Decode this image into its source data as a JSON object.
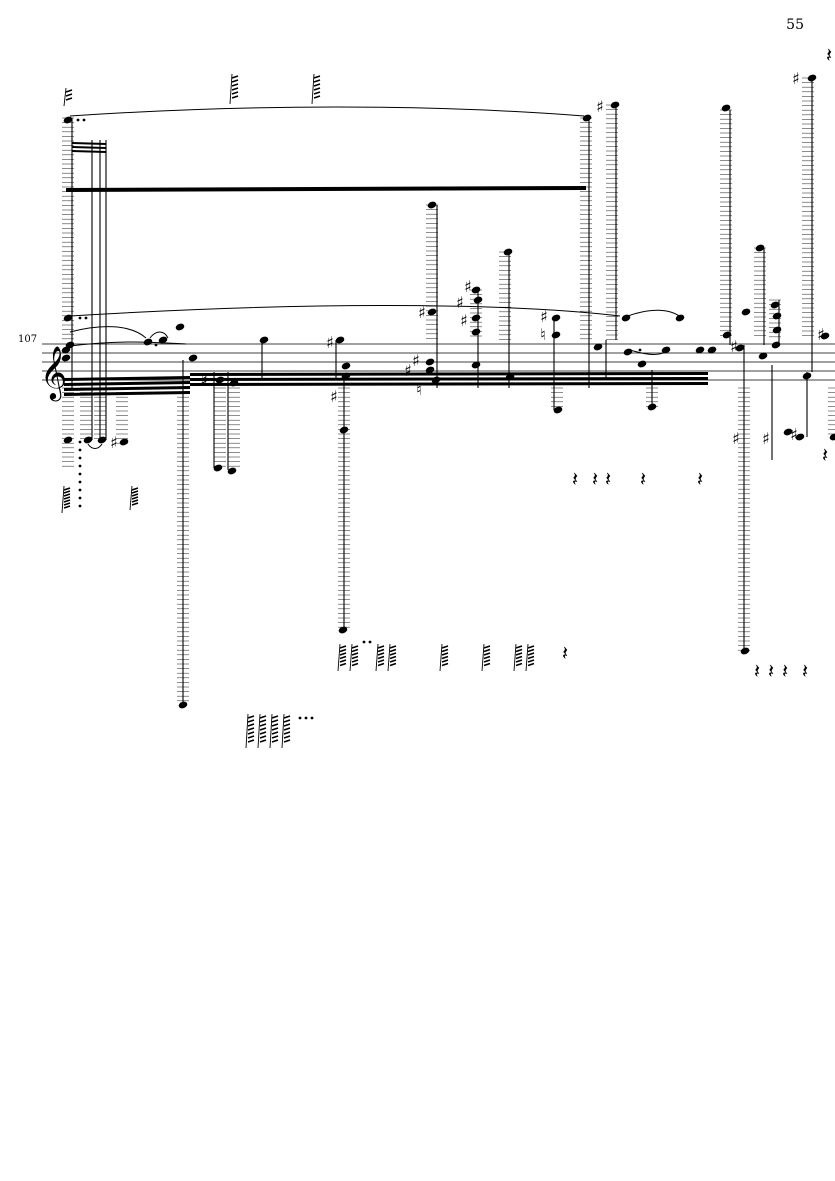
{
  "page": {
    "number": "55"
  },
  "system": {
    "measure_number": "107",
    "clef": "treble-clef"
  },
  "colors": {
    "ink": "#000000",
    "paper": "#ffffff"
  },
  "glyphs": {
    "treble_clef": "𝄞",
    "sharp": "♯",
    "natural": "♮",
    "rest": "𝄽"
  }
}
